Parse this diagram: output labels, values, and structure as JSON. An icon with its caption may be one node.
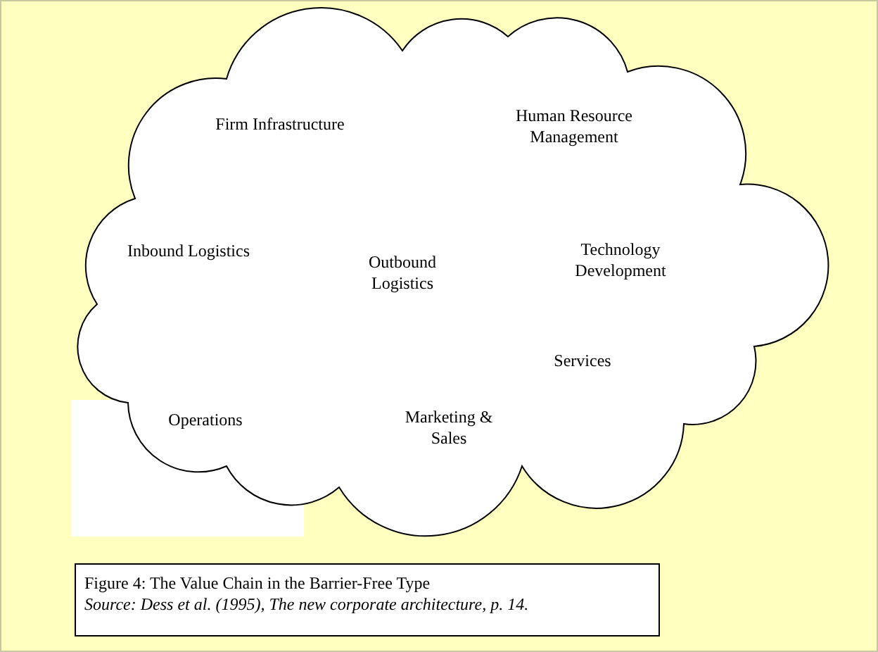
{
  "diagram": {
    "nodes": [
      {
        "text": [],
        "shape": "cloud"
      },
      {
        "text": [
          "Figure 4: The Value Chain in the Barrier-Free Type",
          "Source: Dess et al. (1995), The new corporate architecture, p. 14."
        ]
      }
    ],
    "edges": [],
    "labels": [
      "Firm Infrastructure",
      "Human Resource Management",
      "Inbound Logistics",
      "Outbound Logistics",
      "Technology Development",
      "Services",
      "Operations",
      "Marketing & Sales"
    ]
  }
}
